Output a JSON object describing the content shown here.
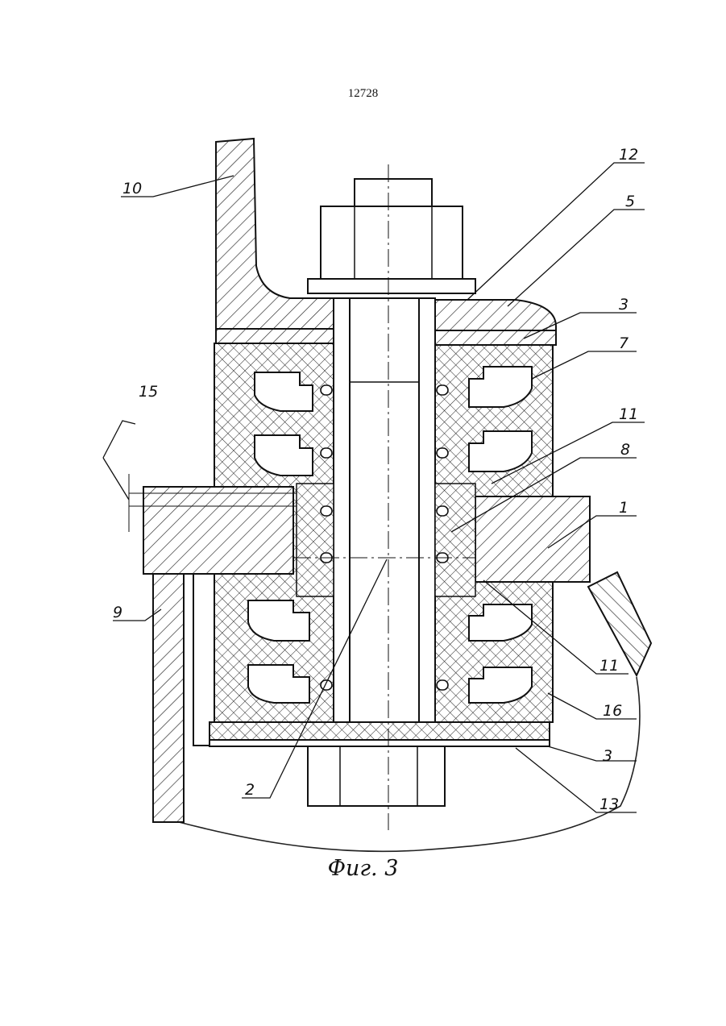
{
  "page_number": "12728",
  "caption": "Фиг. 3",
  "callouts": [
    "10",
    "12",
    "5",
    "3",
    "7",
    "15",
    "11",
    "8",
    "1",
    "9",
    "11",
    "16",
    "3",
    "2",
    "13"
  ]
}
